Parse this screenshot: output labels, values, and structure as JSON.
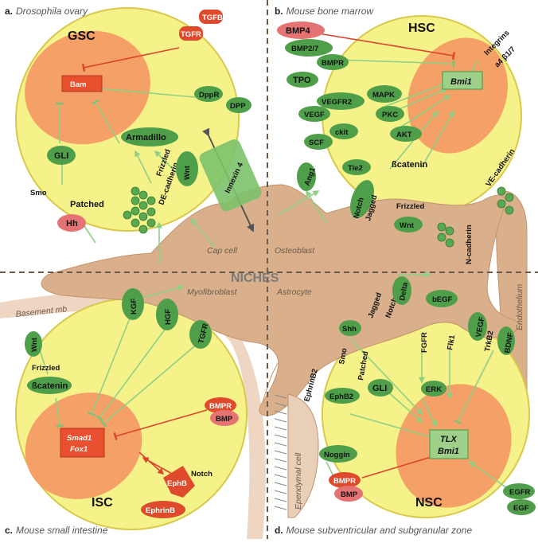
{
  "panels": {
    "a": {
      "letter": "a.",
      "title": "Drosophila ovary"
    },
    "b": {
      "letter": "b.",
      "title": "Mouse bone marrow"
    },
    "c": {
      "letter": "c.",
      "title": "Mouse small intestine"
    },
    "d": {
      "letter": "d.",
      "title": "Mouse subventricular and subgranular zone"
    }
  },
  "cells": {
    "gsc": "GSC",
    "hsc": "HSC",
    "isc": "ISC",
    "nsc": "NSC"
  },
  "niches": {
    "center": "NICHES",
    "cap_cell": "Cap cell",
    "osteoblast": "Osteoblast",
    "myofibroblast": "Myofibroblast",
    "astrocyte": "Astrocyte",
    "basement": "Basement mb",
    "endothelium": "Endothelium",
    "ependymal": "Ependymal cell"
  },
  "a": {
    "bam": "Bam",
    "tgfr": "TGFR",
    "tgfb": "TGFB",
    "dppr": "DppR",
    "dpp": "DPP",
    "gli": "GLI",
    "armadillo": "Armadillo",
    "innexin": "Innexin 4",
    "frizzled": "Frizzled",
    "decadherin": "DE-cadherin",
    "wnt": "Wnt",
    "smo": "Smo",
    "patched": "Patched",
    "hh": "Hh"
  },
  "b": {
    "bmp4": "BMP4",
    "bmp27": "BMP2/7",
    "bmpr": "BMPR",
    "integrins_1": "Integrins",
    "integrins_2": "a4 β1/7",
    "tpo": "TPO",
    "bmi1": "Bmi1",
    "vegfr2": "VEGFR2",
    "mapk": "MAPK",
    "vegf": "VEGF",
    "pkc": "PKC",
    "ckit": "ckit",
    "scf": "SCF",
    "akt": "AKT",
    "tie2": "Tie2",
    "ang1": "Ang1",
    "bcatenin": "ßcatenin",
    "vecadherin": "VE-cadherin",
    "notch": "Notch",
    "jagged": "Jagged",
    "frizzled": "Frizzled",
    "wnt": "Wnt",
    "ncadherin": "N-cadherin"
  },
  "c": {
    "kgf": "KGF",
    "hgf": "HGF",
    "tgfr": "TGFR",
    "wnt": "Wnt",
    "frizzled": "Frizzled",
    "bcatenin": "ßcatenin",
    "bmpr": "BMPR",
    "bmp": "BMP",
    "smad1": "Smad1",
    "fox1": "Fox1",
    "notch": "Notch",
    "ephb": "EphB",
    "ephrinb": "EphrinB"
  },
  "d": {
    "jagged": "Jagged",
    "notch": "Notch",
    "delta": "Delta",
    "shh": "Shh",
    "smo": "Smo",
    "patched": "Patched",
    "fgfr": "FGFR",
    "begf": "bEGF",
    "flk1": "Flk1",
    "vegf": "VEGF",
    "trkb2": "TrkB2",
    "bdnf": "BDNF",
    "ephrinb2": "EphrinB2",
    "ephb2": "EphB2",
    "gli": "GLI",
    "erk": "ERK",
    "noggin": "Noggin",
    "bmpr": "BMPR",
    "bmp": "BMP",
    "tlx": "TLX",
    "bmi1": "Bmi1",
    "egfr": "EGFR",
    "egf": "EGF"
  },
  "colors": {
    "cell": "#f6f28a",
    "cellstroke": "#d8c94a",
    "nucleus": "#f5a066",
    "green": "#3f9a44",
    "lightgreen": "#9fd08a",
    "red": "#e04a2c",
    "niche": "#d9b08b",
    "nicheedge": "#c4936a",
    "pink": "#e57373"
  }
}
